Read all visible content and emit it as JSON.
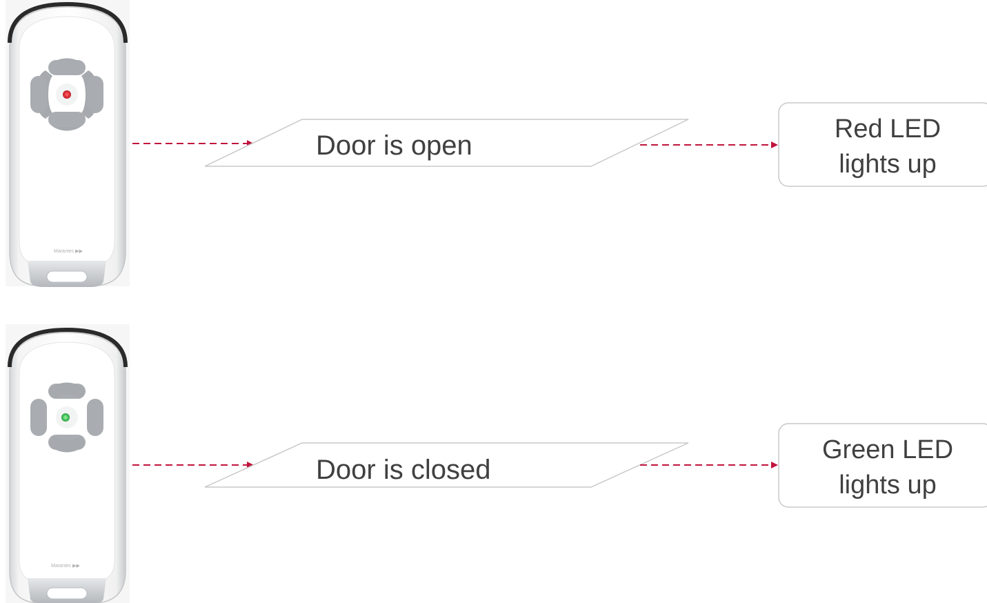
{
  "colors": {
    "arrow": "#c0143c",
    "text": "#404040",
    "outline": "#c8c8c8",
    "red_led": "#e0323c",
    "green_led": "#4cc860"
  },
  "rows": [
    {
      "remote": {
        "led_color": "red",
        "icon": "remote-control-icon"
      },
      "condition": "Door is open",
      "outcome": [
        "Red LED",
        "lights up"
      ]
    },
    {
      "remote": {
        "led_color": "green",
        "icon": "remote-control-icon"
      },
      "condition": "Door is closed",
      "outcome": [
        "Green LED",
        "lights up"
      ]
    }
  ]
}
